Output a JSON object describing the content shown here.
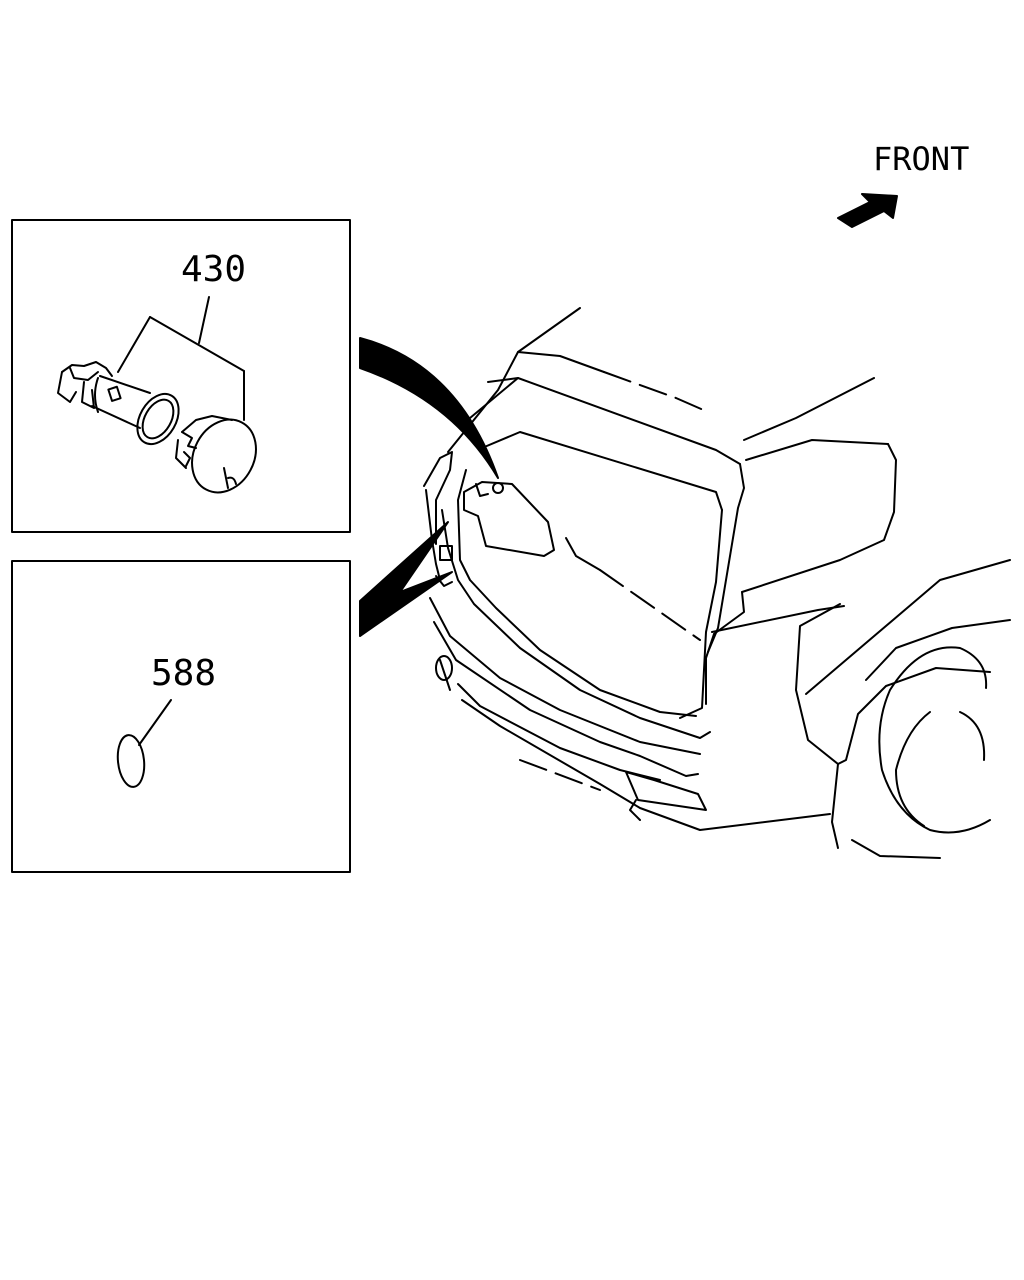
{
  "orientation": {
    "label": "FRONT",
    "icon": "arrow-icon"
  },
  "details": [
    {
      "part_number": "430"
    },
    {
      "part_number": "588"
    }
  ]
}
